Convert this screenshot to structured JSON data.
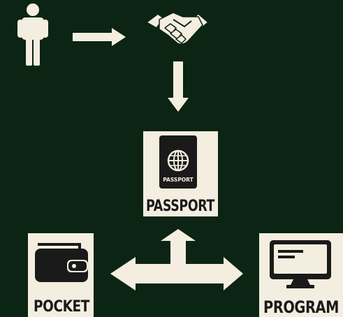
{
  "colors": {
    "background": "#0b2414",
    "cream": "#f4eee0",
    "ink": "#1a1a1a"
  },
  "icons": {
    "person": "person-icon",
    "handshake": "handshake-icon",
    "passport": "passport-icon",
    "wallet": "wallet-icon",
    "monitor": "monitor-icon"
  },
  "passport": {
    "cover_text": "PASSPORT",
    "label": "PASSPORT"
  },
  "pocket": {
    "label": "POCKET"
  },
  "program": {
    "label": "PROGRAM"
  }
}
